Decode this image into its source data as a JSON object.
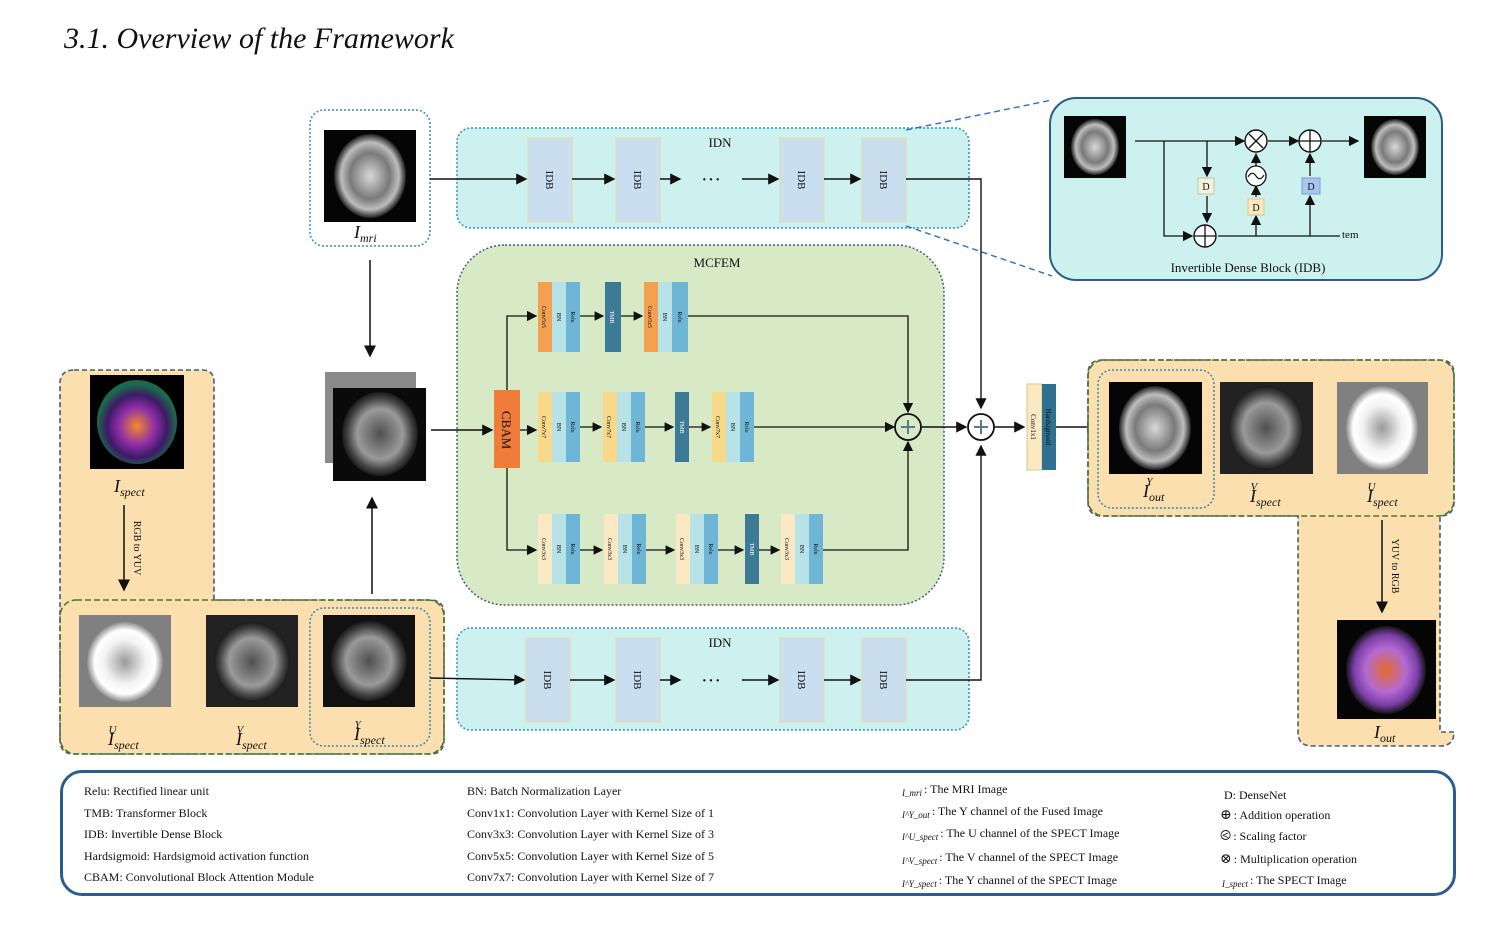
{
  "heading": "3.1.  Overview of the Framework",
  "modules": {
    "idn_top": "IDN",
    "idn_bottom": "IDN",
    "mcfem": "MCFEM",
    "cbam": "CBAM",
    "idb_panel_title": "Invertible Dense Block (IDB)",
    "idb_label": "IDB",
    "ellipsis": "···",
    "conv1x1": "Conv1x1",
    "hardsigmoid": "Hardsigmoid",
    "tem": "tem",
    "d_label": "D"
  },
  "branch_blocks": {
    "conv5": "Conv5x5",
    "conv7": "Conv7x7",
    "conv3": "Conv3x3",
    "bn": "BN",
    "relu": "Relu",
    "tmb": "TMB"
  },
  "images": {
    "mri_label": "I",
    "mri_sub": "mri",
    "spect_label": "I",
    "spect_sub": "spect",
    "spect_u": {
      "main": "I",
      "sub": "spect",
      "sup": "U"
    },
    "spect_v": {
      "main": "I",
      "sub": "spect",
      "sup": "V"
    },
    "spect_y": {
      "main": "I",
      "sub": "spect",
      "sup": "Y"
    },
    "out_y": {
      "main": "I",
      "sub": "out",
      "sup": "Y"
    },
    "out_v": {
      "main": "I",
      "sub": "spect",
      "sup": "V"
    },
    "out_u": {
      "main": "I",
      "sub": "spect",
      "sup": "U"
    },
    "out_label": "I",
    "out_sub": "out"
  },
  "arrows_text": {
    "rgb_to_yuv": "RGB to YUV",
    "yuv_to_rgb": "YUV to RGB"
  },
  "legend": {
    "col1": [
      "Relu: Rectified linear unit",
      "TMB: Transformer Block",
      "IDB: Invertible Dense Block",
      "Hardsigmoid: Hardsigmoid activation function",
      "CBAM: Convolutional Block Attention Module"
    ],
    "col2": [
      "BN: Batch Normalization Layer",
      "Conv1x1: Convolution Layer with Kernel Size of 1",
      "Conv3x3: Convolution Layer with Kernel Size of 3",
      "Conv5x5: Convolution Layer with Kernel Size of 5",
      "Conv7x7: Convolution Layer with Kernel Size of 7"
    ],
    "col3": [
      {
        "sym": "I_mri",
        "text": ": The MRI Image"
      },
      {
        "sym": "I^Y_out",
        "text": ": The Y channel of the Fused Image"
      },
      {
        "sym": "I^U_spect",
        "text": ": The U channel of the SPECT Image"
      },
      {
        "sym": "I^V_spect",
        "text": ": The V channel of the SPECT Image"
      },
      {
        "sym": "I^Y_spect",
        "text": ": The Y channel of the SPECT Image"
      }
    ],
    "col4": [
      {
        "sym": "",
        "text": "D: DenseNet"
      },
      {
        "sym": "⊕",
        "text": ": Addition operation"
      },
      {
        "sym": "⧀",
        "text": ": Scaling factor"
      },
      {
        "sym": "⊗",
        "text": ": Multiplication operation"
      },
      {
        "sym": "I_spect",
        "text": ": The SPECT Image"
      }
    ]
  },
  "colors": {
    "idn_fill": "#cdf1ef",
    "idn_border": "#2e8fb0",
    "mcfem_fill": "#d8e9c6",
    "orange_panel": "#fbdfae",
    "green_dash": "#4a7a2c",
    "idb_block": "#c9dff0",
    "cbam": "#f07c3a",
    "conv_orange": "#f3a050",
    "conv_yellow": "#f8d98a",
    "bn": "#b7e2e8",
    "relu": "#6fb6d6",
    "tmb": "#3d7a96",
    "conv1x1": "#fbe9c4",
    "hard": "#2f6f8f",
    "legend_border": "#2a5d8f"
  }
}
